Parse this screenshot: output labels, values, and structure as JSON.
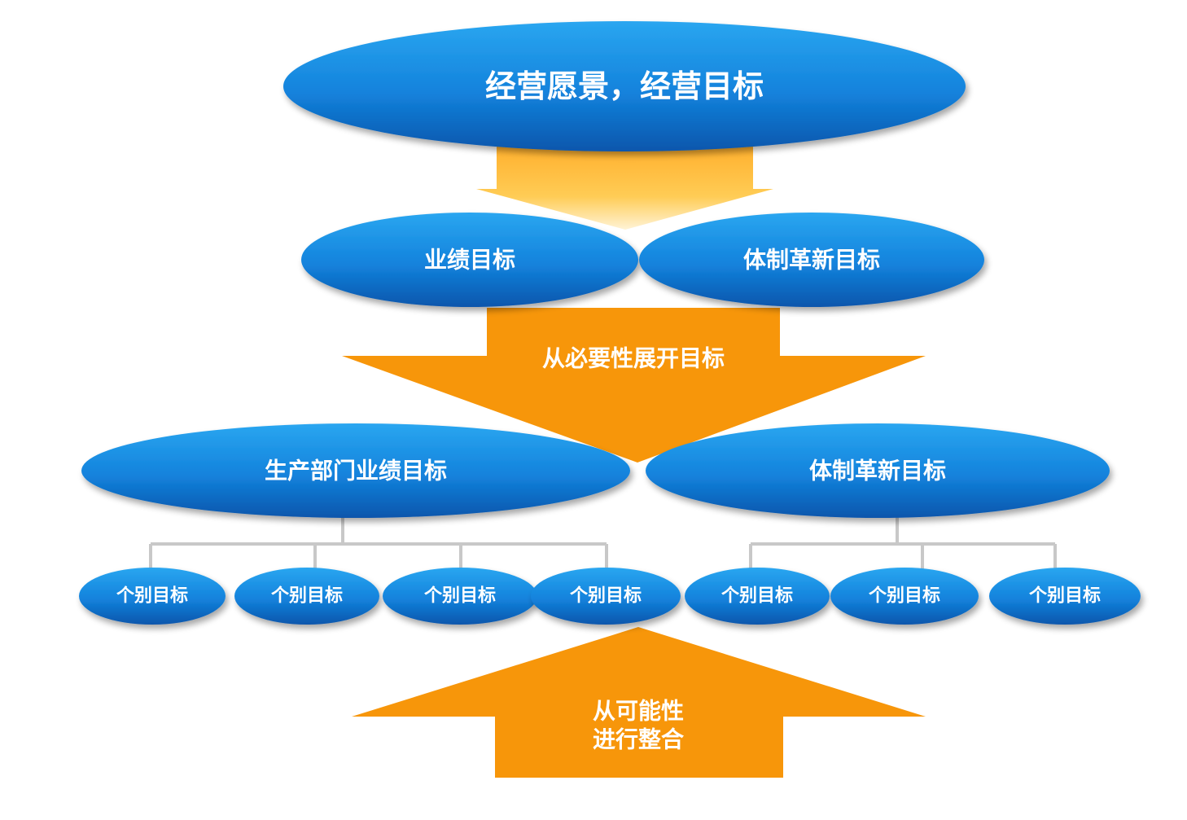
{
  "top": {
    "label": "经营愿景，经营目标"
  },
  "level2": [
    {
      "label": "业绩目标"
    },
    {
      "label": "体制革新目标"
    }
  ],
  "down_arrow": {
    "label": "从必要性展开目标"
  },
  "level3": [
    {
      "label": "生产部门业绩目标"
    },
    {
      "label": "体制革新目标"
    }
  ],
  "individual_goals": [
    {
      "label": "个别目标"
    },
    {
      "label": "个别目标"
    },
    {
      "label": "个别目标"
    },
    {
      "label": "个别目标"
    },
    {
      "label": "个别目标"
    },
    {
      "label": "个别目标"
    },
    {
      "label": "个别目标"
    }
  ],
  "up_arrow": {
    "line1": "从可能性",
    "line2": "进行整合"
  },
  "colors": {
    "ellipse_light": "#2aa3ee",
    "ellipse_dark": "#0d5fb8",
    "arrow_orange": "#f7960a",
    "connector": "#c8c8c8"
  }
}
